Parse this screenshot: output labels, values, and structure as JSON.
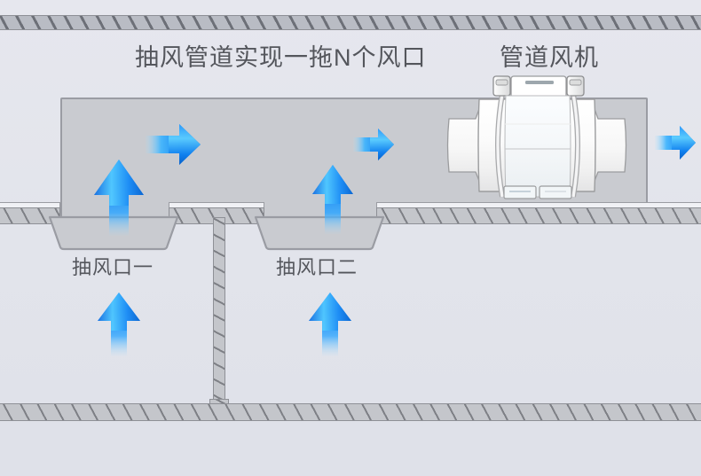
{
  "diagram": {
    "title": "抽风管道实现一拖N个风口",
    "fan_label": "管道风机",
    "vent_one_label": "抽风口一",
    "vent_two_label": "抽风口二"
  },
  "colors": {
    "background": "#e3e5ec",
    "duct_fill": "#c9cbd0",
    "duct_stroke": "#9a9ca3",
    "slab_fill": "#c4c6cb",
    "slab_hatch": "#7e8086",
    "arrow_blue_dark": "#0a72e8",
    "arrow_blue_light": "#4fc8ff",
    "text": "#54565c",
    "fan_body": "#fdfdfd"
  },
  "arrows": [
    {
      "name": "arrow-vent-one-riser",
      "direction": "up",
      "size": "large"
    },
    {
      "name": "arrow-duct-flow-one",
      "direction": "right",
      "size": "large"
    },
    {
      "name": "arrow-vent-two-riser",
      "direction": "up",
      "size": "medium"
    },
    {
      "name": "arrow-duct-flow-two",
      "direction": "right",
      "size": "medium"
    },
    {
      "name": "arrow-fan-outlet",
      "direction": "right",
      "size": "medium"
    },
    {
      "name": "arrow-room-intake-one",
      "direction": "up",
      "size": "small"
    },
    {
      "name": "arrow-room-intake-two",
      "direction": "up",
      "size": "small"
    }
  ],
  "icons": {
    "duct_fan": "inline-duct-fan-icon"
  }
}
